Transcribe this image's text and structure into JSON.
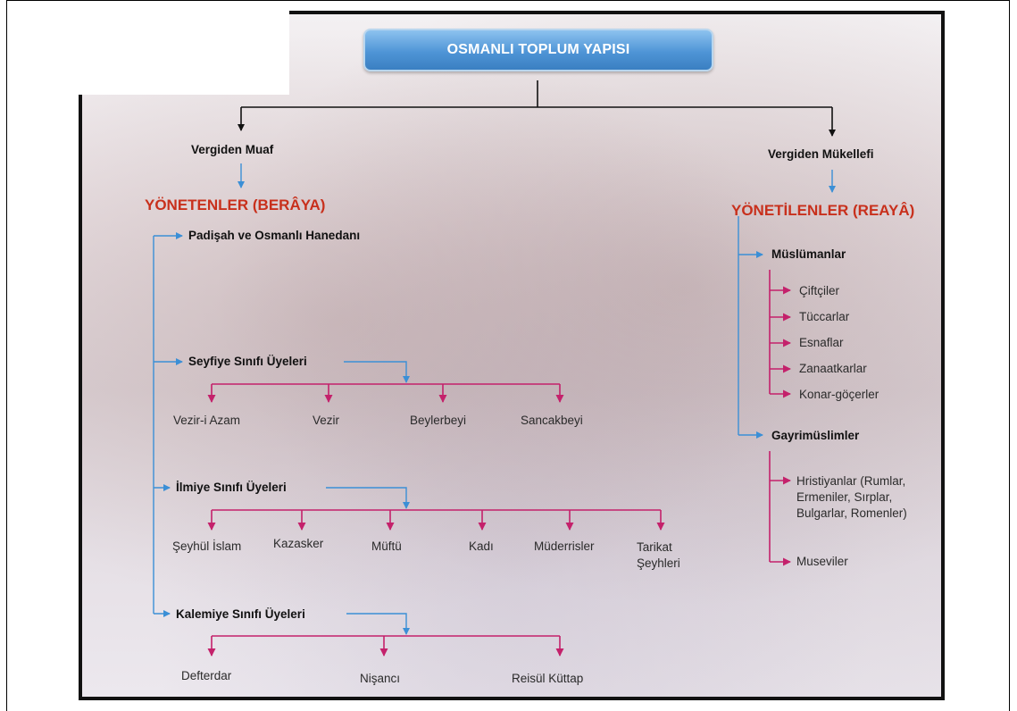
{
  "title": "OSMANLI TOPLUM YAPISI",
  "left": {
    "tax_status": "Vergiden Muaf",
    "header": "YÖNETENLER (BERÂYA)",
    "dynasty": "Padişah ve Osmanlı Hanedanı",
    "seyfiye": {
      "label": "Seyfiye Sınıfı Üyeleri",
      "items": [
        "Vezir-i Azam",
        "Vezir",
        "Beylerbeyi",
        "Sancakbeyi"
      ]
    },
    "ilmiye": {
      "label": "İlmiye Sınıfı Üyeleri",
      "items": [
        "Şeyhül İslam",
        "Kazasker",
        "Müftü",
        "Kadı",
        "Müderrisler",
        "Tarikat Şeyhleri"
      ]
    },
    "kalemiye": {
      "label": "Kalemiye Sınıfı Üyeleri",
      "items": [
        "Defterdar",
        "Nişancı",
        "Reisül Küttap"
      ]
    }
  },
  "right": {
    "tax_status": "Vergiden Mükellefi",
    "header": "YÖNETİLENLER (REAYÂ)",
    "muslims": {
      "label": "Müslümanlar",
      "items": [
        "Çiftçiler",
        "Tüccarlar",
        "Esnaflar",
        "Zanaatkarlar",
        "Konar-göçerler"
      ]
    },
    "nonmuslims": {
      "label": "Gayrimüslimler",
      "items": [
        "Hristiyanlar (Rumlar, Ermeniler, Sırplar, Bulgarlar, Romenler)",
        "Museviler"
      ]
    }
  },
  "colors": {
    "blue_arrow": "#3b8fd6",
    "magenta_arrow": "#c4216b",
    "black_arrow": "#111111",
    "header_red": "#c8301c",
    "title_blue": "#4f95d6"
  }
}
